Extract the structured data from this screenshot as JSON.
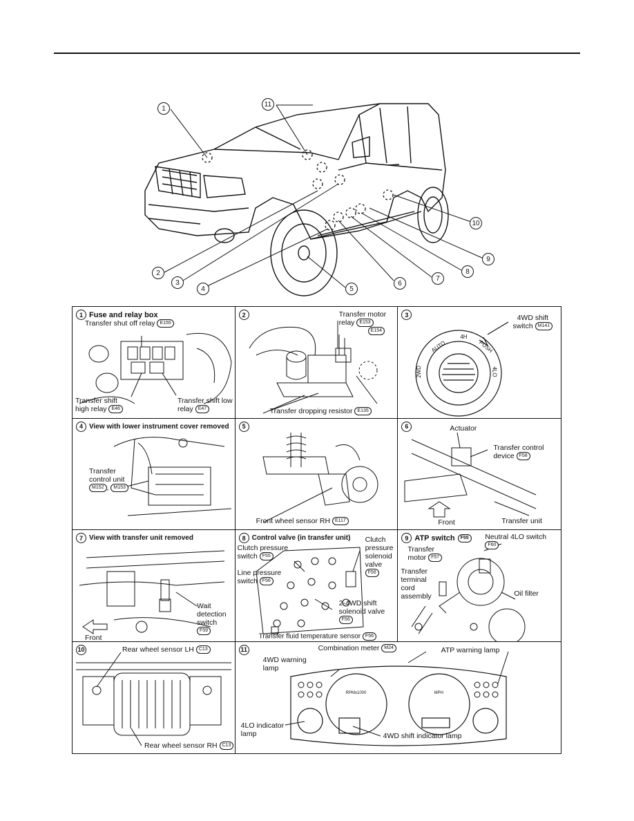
{
  "vehicle_callouts": [
    "1",
    "2",
    "3",
    "4",
    "5",
    "6",
    "7",
    "8",
    "9",
    "10",
    "11"
  ],
  "panels": [
    {
      "num": "1",
      "title": "Fuse and relay box",
      "labels": {
        "shut_off": "Transfer shut off relay",
        "shut_off_code": "E155",
        "shift_high": "Transfer shift high relay",
        "shift_high_code": "E46",
        "shift_low": "Transfer shift low relay",
        "shift_low_code": "E47"
      }
    },
    {
      "num": "2",
      "title": "",
      "labels": {
        "motor_relay": "Transfer motor relay",
        "motor_relay_code1": "E153",
        "motor_relay_code2": "E154",
        "resistor": "Transfer dropping resistor",
        "resistor_code": "E135"
      }
    },
    {
      "num": "3",
      "title": "",
      "labels": {
        "switch": "4WD shift switch",
        "switch_code": "M141",
        "auto": "AUTO",
        "h4": "4H",
        "push": "PUSH",
        "wd2": "2WD",
        "lo4": "4LO"
      }
    },
    {
      "num": "4",
      "title": "View with lower instrument cover removed",
      "labels": {
        "unit": "Transfer control unit",
        "code1": "M152",
        "sep": ",",
        "code2": "M153"
      }
    },
    {
      "num": "5",
      "title": "",
      "labels": {
        "sensor": "Front wheel sensor RH",
        "sensor_code": "E117"
      }
    },
    {
      "num": "6",
      "title": "",
      "labels": {
        "actuator": "Actuator",
        "device": "Transfer control device",
        "device_code": "F58",
        "front": "Front",
        "unit": "Transfer unit"
      }
    },
    {
      "num": "7",
      "title": "View with transfer unit removed",
      "labels": {
        "wait": "Wait detection switch",
        "wait_code": "F59",
        "front": "Front"
      }
    },
    {
      "num": "8",
      "title": "Control valve (in transfer unit)",
      "labels": {
        "clutch_sw": "Clutch pressure switch",
        "clutch_sw_code": "F55",
        "line_sw": "Line pressure switch",
        "line_sw_code": "F56",
        "clutch_valve": "Clutch pressure solenoid valve",
        "clutch_valve_code": "F56",
        "shift_valve": "2-4WD shift solenoid valve",
        "shift_valve_code": "F56",
        "fluid": "Transfer fluid temperature sensor",
        "fluid_code": "F56"
      }
    },
    {
      "num": "9",
      "title": "",
      "labels": {
        "atp": "ATP switch",
        "atp_code": "F55",
        "neutral": "Neutral 4LO switch",
        "neutral_code": "F60",
        "motor": "Transfer motor",
        "motor_code": "F57",
        "cord": "Transfer terminal cord assembly",
        "oil": "Oil filter"
      }
    },
    {
      "num": "10",
      "title": "",
      "labels": {
        "lh": "Rear wheel sensor LH",
        "lh_code": "C13",
        "rh": "Rear wheel sensor RH",
        "rh_code": "C13"
      }
    },
    {
      "num": "11",
      "title": "",
      "labels": {
        "meter": "Combination meter",
        "meter_code": "M24",
        "atp_lamp": "ATP warning lamp",
        "wd_lamp": "4WD warning lamp",
        "lo_lamp": "4LO indicator lamp",
        "shift_lamp": "4WD shift indicator lamp",
        "rpm": "RPMx1000",
        "mph": "MPH"
      }
    }
  ]
}
